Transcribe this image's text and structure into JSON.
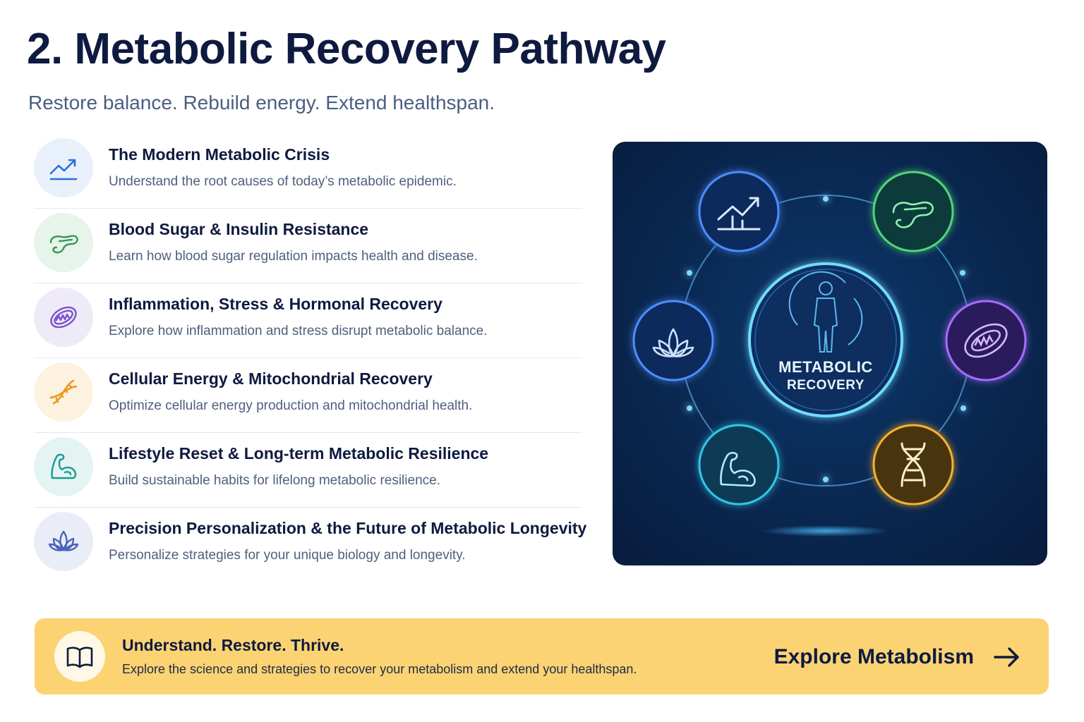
{
  "header": {
    "title": "2. Metabolic Recovery Pathway",
    "subtitle": "Restore balance. Rebuild energy. Extend healthspan."
  },
  "topics": [
    {
      "title": "The Modern Metabolic Crisis",
      "description": "Understand the root causes of today’s metabolic epidemic.",
      "icon": "trend-up-icon",
      "color": "#2a6fd6",
      "bg": "#e8f0fb"
    },
    {
      "title": "Blood Sugar & Insulin Resistance",
      "description": "Learn how blood sugar regulation impacts health and disease.",
      "icon": "pancreas-icon",
      "color": "#2f9a5a",
      "bg": "#e6f4ea"
    },
    {
      "title": "Inflammation, Stress & Hormonal Recovery",
      "description": "Explore how inflammation and stress disrupt metabolic balance.",
      "icon": "mitochondria-icon",
      "color": "#7b52c9",
      "bg": "#efeaf8"
    },
    {
      "title": "Cellular Energy & Mitochondrial Recovery",
      "description": "Optimize cellular energy production and mitochondrial health.",
      "icon": "dna-icon",
      "color": "#e89a1e",
      "bg": "#fdf1df"
    },
    {
      "title": "Lifestyle Reset & Long-term Metabolic Resilience",
      "description": "Build sustainable habits for lifelong metabolic resilience.",
      "icon": "muscle-icon",
      "color": "#1a9a96",
      "bg": "#e3f4f2"
    },
    {
      "title": "Precision Personalization & the Future of Metabolic Longevity",
      "description": "Personalize strategies for your unique biology and longevity.",
      "icon": "lotus-icon",
      "color": "#4a63b8",
      "bg": "#e9edf8"
    }
  ],
  "diagram": {
    "center_line1": "METABOLIC",
    "center_line2": "RECOVERY"
  },
  "cta": {
    "title": "Understand. Restore. Thrive.",
    "description": "Explore the science and strategies to recover your metabolism and extend your healthspan.",
    "button_label": "Explore Metabolism",
    "icon": "book-icon"
  }
}
